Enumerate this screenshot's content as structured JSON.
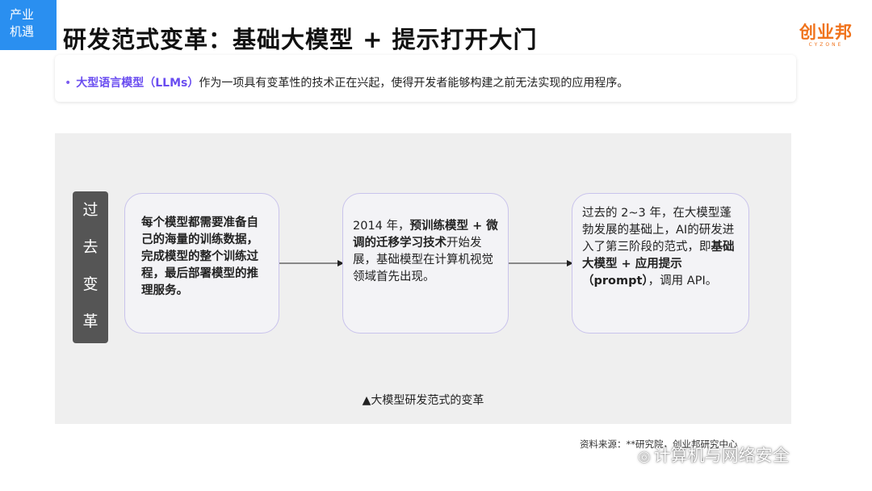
{
  "corner_tag": {
    "line1": "产业",
    "line2": "机遇"
  },
  "page": {
    "title": "研发范式变革：基础大模型 + 提示打开大门"
  },
  "brand": {
    "name": "创业邦",
    "sub": "CYZONE"
  },
  "intro": {
    "highlight": "大型语言模型（LLMs）",
    "text": "作为一项具有变革性的技术正在兴起，使得开发者能够构建之前无法实现的应用程序。"
  },
  "past_label": [
    "过",
    "去",
    "变",
    "革"
  ],
  "stages": [
    {
      "text": "每个模型都需要准备自己的海量的训练数据，完成模型的整个训练过程，最后部署模型的推理服务。"
    },
    {
      "prefix": "2014 年，",
      "bold": "预训练模型 + 微调的迁移学习技术",
      "suffix": "开始发展，基础模型在计算机视觉领域首先出现。"
    },
    {
      "prefix": "过去的 2~3 年，在大模型蓬勃发展的基础上，AI的研发进入了第三阶段的范式，即",
      "bold": "基础大模型 + 应用提示（prompt）",
      "suffix": "，调用 API。"
    }
  ],
  "caption": "▲大模型研发范式的变革",
  "source": "资料来源：**研究院，创业邦研究中心",
  "watermark": "计算机与网络安全",
  "colors": {
    "accent_blue": "#2a8ff0",
    "brand_orange": "#f0731c",
    "highlight_purple": "#6a4df0"
  }
}
